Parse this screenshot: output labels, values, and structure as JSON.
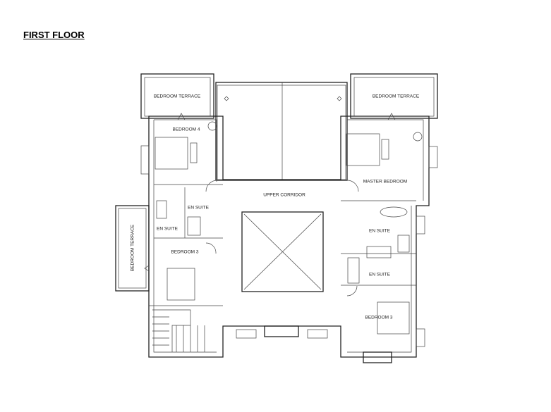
{
  "title": "FIRST FLOOR",
  "rooms": {
    "terrace_left_top": "BEDROOM TERRACE",
    "terrace_right_top": "BEDROOM TERRACE",
    "terrace_left_side": "BEDROOM TERRACE",
    "bedroom_4": "BEDROOM 4",
    "master_bedroom": "MASTER BEDROOM",
    "upper_corridor": "UPPER CORRIDOR",
    "en_suite_1": "EN SUITE",
    "en_suite_2": "EN SUITE",
    "en_suite_3": "EN SUITE",
    "en_suite_4": "EN SUITE",
    "bedroom_3_left": "BEDROOM 3",
    "bedroom_3_right": "BEDROOM 3"
  }
}
